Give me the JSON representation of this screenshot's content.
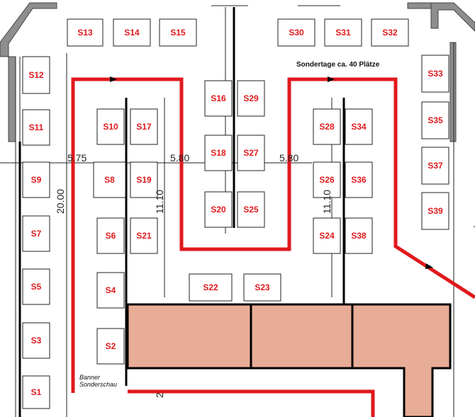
{
  "stalls": [
    {
      "id": "S1"
    },
    {
      "id": "S2"
    },
    {
      "id": "S3"
    },
    {
      "id": "S4"
    },
    {
      "id": "S5"
    },
    {
      "id": "S6"
    },
    {
      "id": "S7"
    },
    {
      "id": "S8"
    },
    {
      "id": "S9"
    },
    {
      "id": "S10"
    },
    {
      "id": "S11"
    },
    {
      "id": "S12"
    },
    {
      "id": "S13"
    },
    {
      "id": "S14"
    },
    {
      "id": "S15"
    },
    {
      "id": "S16"
    },
    {
      "id": "S17"
    },
    {
      "id": "S18"
    },
    {
      "id": "S19"
    },
    {
      "id": "S20"
    },
    {
      "id": "S21"
    },
    {
      "id": "S22"
    },
    {
      "id": "S23"
    },
    {
      "id": "S24"
    },
    {
      "id": "S25"
    },
    {
      "id": "S26"
    },
    {
      "id": "S27"
    },
    {
      "id": "S28"
    },
    {
      "id": "S29"
    },
    {
      "id": "S30"
    },
    {
      "id": "S31"
    },
    {
      "id": "S32"
    },
    {
      "id": "S33"
    },
    {
      "id": "S34"
    },
    {
      "id": "S35"
    },
    {
      "id": "S36"
    },
    {
      "id": "S37"
    },
    {
      "id": "S38"
    },
    {
      "id": "S39"
    }
  ],
  "dimensions": {
    "left_aisle": "5.75",
    "middle_aisle": "5.80",
    "right_aisle": "5.80",
    "total_depth": "20.00",
    "left_row_depth": "11.10",
    "right_row_depth": "11.10",
    "small": "2"
  },
  "notes": {
    "special_days": "Sondertage ca. 40 Plätze",
    "banner_line1": "Banner",
    "banner_line2": "Sonderschau"
  },
  "colors": {
    "stall_label": "#e0191d",
    "route": "#e0191d",
    "reserved_area": "#e8ad96",
    "wall": "#8e8e8e"
  }
}
